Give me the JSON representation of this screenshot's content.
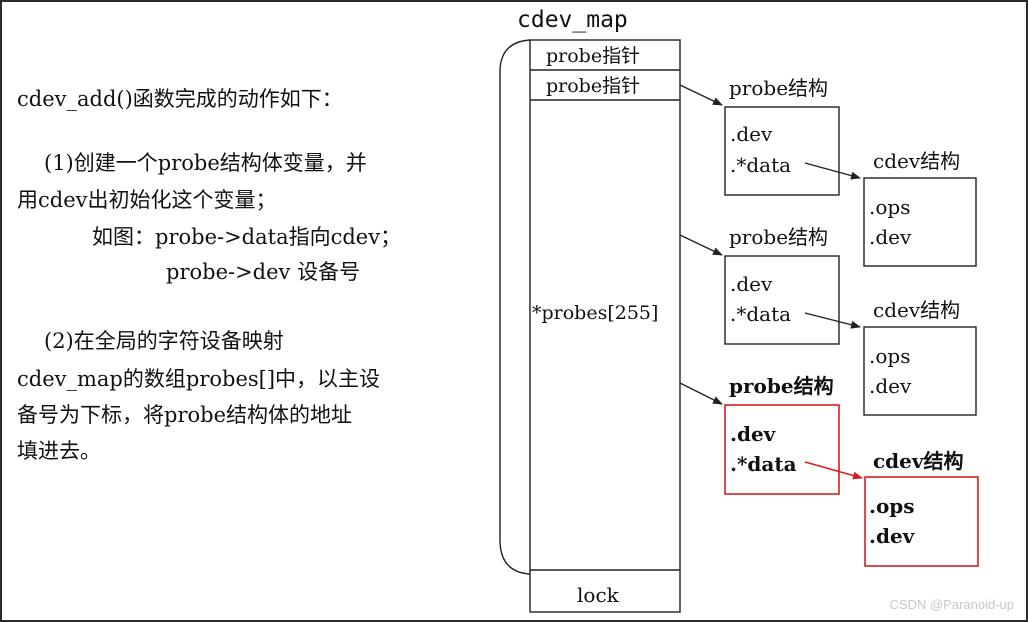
{
  "left_text": {
    "heading": "cdev_add()函数完成的动作如下：",
    "step1_line1": "(1)创建一个probe结构体变量，并",
    "step1_line2": "用cdev出初始化这个变量；",
    "step1_line3": "如图：probe->data指向cdev；",
    "step1_line4": "probe->dev 设备号",
    "step2_line1": "(2)在全局的字符设备映射",
    "step2_line2": "cdev_map的数组probes[]中，以主设",
    "step2_line3": "备号为下标，将probe结构体的地址",
    "step2_line4": "填进去。"
  },
  "cdev_map": {
    "title": "cdev_map",
    "row1": "probe指针",
    "row2": "probe指针",
    "probes": "*probes[255]",
    "lock": "lock"
  },
  "probe_blocks": [
    {
      "title": "probe结构",
      "field1": ".dev",
      "field2": ".*data",
      "highlighted": false
    },
    {
      "title": "probe结构",
      "field1": ".dev",
      "field2": ".*data",
      "highlighted": false
    },
    {
      "title": "probe结构",
      "field1": ".dev",
      "field2": ".*data",
      "highlighted": true
    }
  ],
  "cdev_blocks": [
    {
      "title": "cdev结构",
      "field1": ".ops",
      "field2": ".dev",
      "highlighted": false
    },
    {
      "title": "cdev结构",
      "field1": ".ops",
      "field2": ".dev",
      "highlighted": false
    },
    {
      "title": "cdev结构",
      "field1": ".ops",
      "field2": ".dev",
      "highlighted": true
    }
  ],
  "colors": {
    "line": "#222222",
    "highlight": "#d42020",
    "text": "#111111"
  },
  "watermark": "CSDN @Paranoid-up"
}
